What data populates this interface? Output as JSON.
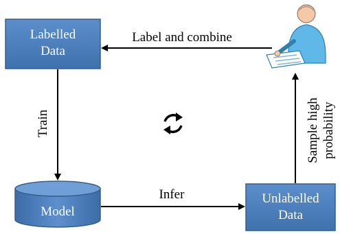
{
  "nodes": {
    "labelled_data": {
      "line1": "Labelled",
      "line2": "Data"
    },
    "model": {
      "label": "Model"
    },
    "unlabelled_data": {
      "line1": "Unlabelled",
      "line2": "Data"
    }
  },
  "edges": {
    "label_and_combine": "Label and combine",
    "train": "Train",
    "infer": "Infer",
    "sample_line1": "Sample high",
    "sample_line2": "probability"
  },
  "icons": {
    "annotator": "person-annotator-icon",
    "cycle": "refresh-cycle-icon"
  },
  "colors": {
    "box_fill": "#4f81bd",
    "box_fill_dark": "#3a6aa5",
    "box_stroke": "#385d8a",
    "node_text": "#ffffff",
    "edge": "#000000"
  }
}
